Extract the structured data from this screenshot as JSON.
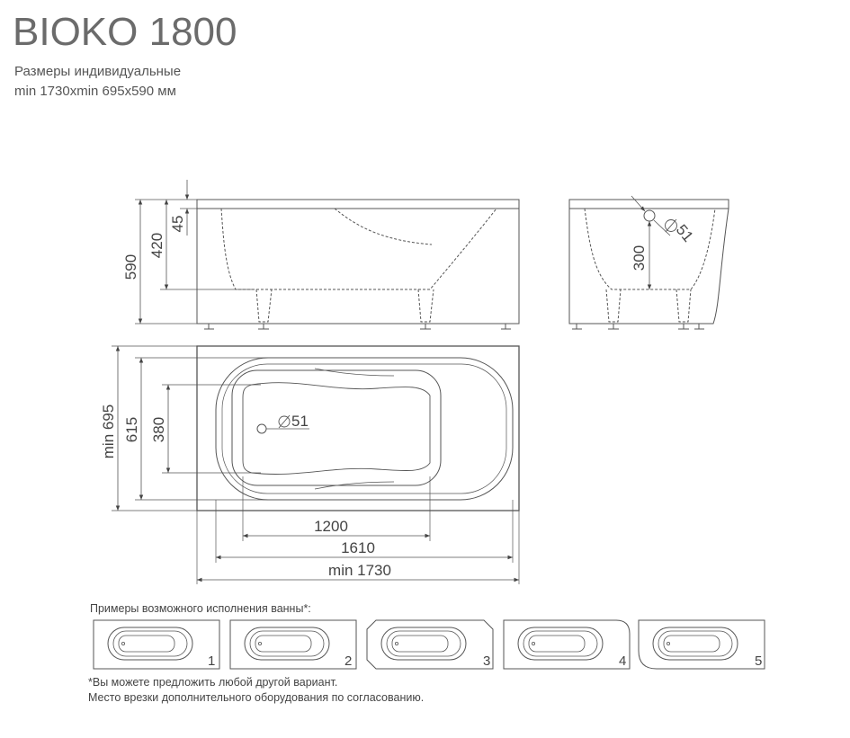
{
  "header": {
    "title": "BIOKO 1800",
    "subtitle_line1": "Размеры индивидуальные",
    "subtitle_line2": "min 1730xmin 695x590 мм"
  },
  "side_view": {
    "dim_total_height": "590",
    "dim_inner_depth": "420",
    "dim_rim": "45"
  },
  "end_view": {
    "dim_overflow_height": "300",
    "dim_overflow_diameter": "51"
  },
  "top_view": {
    "dim_width": "min 695",
    "dim_outer_bowl_width": "615",
    "dim_inner_bowl_width": "380",
    "dim_drain_diameter": "51",
    "dim_inner_length": "1200",
    "dim_outer_length": "1610",
    "dim_total_length": "min 1730"
  },
  "examples": {
    "caption": "Примеры возможного исполнения ванны*:",
    "items": [
      {
        "number": "1"
      },
      {
        "number": "2"
      },
      {
        "number": "3"
      },
      {
        "number": "4"
      },
      {
        "number": "5"
      }
    ]
  },
  "footnotes": {
    "line1": "*Вы можете предложить любой другой вариант.",
    "line2": "Место врезки дополнительного оборудования по согласованию."
  },
  "colors": {
    "line": "#555555",
    "text": "#444444"
  }
}
